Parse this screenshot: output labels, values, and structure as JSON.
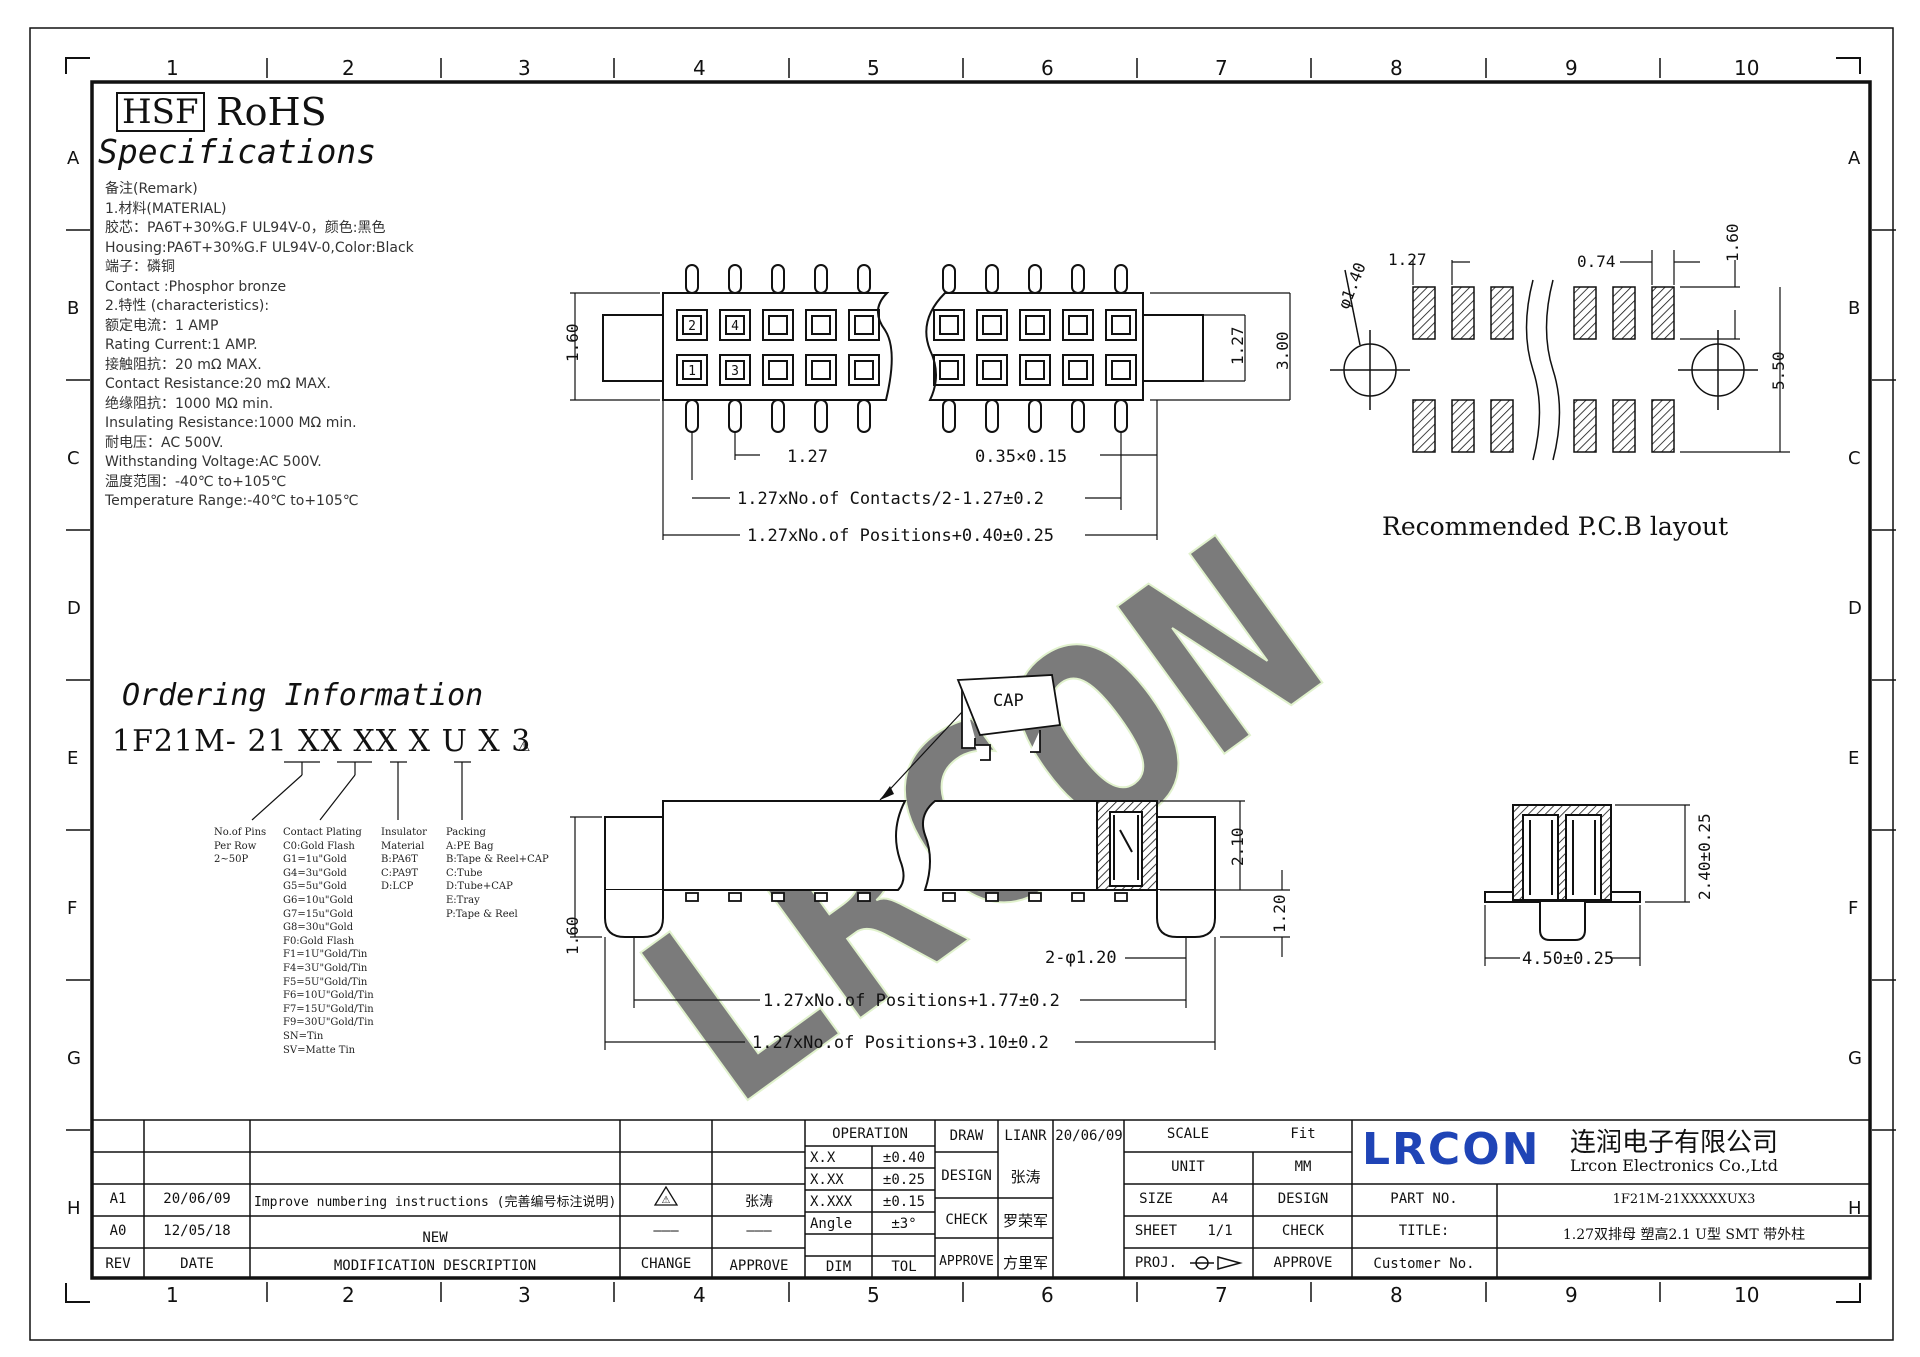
{
  "header": {
    "hsf": "HSF",
    "rohs": "RoHS",
    "specifications_title": "Specifications",
    "specs": [
      "备注(Remark)",
      "1.材料(MATERIAL)",
      "胶芯：PA6T+30%G.F UL94V-0，颜色:黑色",
      "Housing:PA6T+30%G.F UL94V-0,Color:Black",
      "端子：磷铜",
      "Contact :Phosphor bronze",
      "2.特性 (characteristics):",
      "额定电流：1 AMP",
      "Rating Current:1 AMP.",
      "接触阻抗：20 mΩ MAX.",
      "Contact Resistance:20 mΩ MAX.",
      "绝缘阻抗：1000 MΩ min.",
      "Insulating Resistance:1000 MΩ  min.",
      "耐电压：AC 500V.",
      "Withstanding Voltage:AC 500V.",
      "温度范围：-40℃ to+105℃",
      "Temperature Range:-40℃ to+105℃"
    ]
  },
  "frame": {
    "columns": [
      "1",
      "2",
      "3",
      "4",
      "5",
      "6",
      "7",
      "8",
      "9",
      "10"
    ],
    "rows": [
      "A",
      "B",
      "C",
      "D",
      "E",
      "F",
      "G",
      "H"
    ]
  },
  "ordering": {
    "title": "Ordering Information",
    "part_code": "1F21M- 21 XX XX X U X 3",
    "columns": [
      [
        "No.of Pins",
        "Per Row",
        "2~50P"
      ],
      [
        "Contact Plating",
        "C0:Gold Flash",
        "G1=1u\"Gold",
        "G4=3u\"Gold",
        "G5=5u\"Gold",
        "G6=10u\"Gold",
        "G7=15u\"Gold",
        "G8=30u\"Gold",
        "F0:Gold Flash",
        "F1=1U\"Gold/Tin",
        "F4=3U\"Gold/Tin",
        "F5=5U\"Gold/Tin",
        "F6=10U\"Gold/Tin",
        "F7=15U\"Gold/Tin",
        "F9=30U\"Gold/Tin",
        "SN=Tin",
        "SV=Matte Tin"
      ],
      [
        "Insulator",
        "Material",
        "B:PA6T",
        "C:PA9T",
        "D:LCP"
      ],
      [
        "Packing",
        "A:PE Bag",
        "B:Tape & Reel+CAP",
        "C:Tube",
        "D:Tube+CAP",
        "E:Tray",
        "P:Tape & Reel"
      ]
    ]
  },
  "dimensions": {
    "pin1": "1",
    "pin2": "2",
    "pin3": "3",
    "pin4": "4",
    "h160": "1.60",
    "h127": "1.27",
    "h300": "3.00",
    "pitch": "1.27",
    "pin_size": "0.35×0.15",
    "contacts": "1.27xNo.of Contacts/2-1.27±0.2",
    "positions_040": "1.27xNo.of Positions+0.40±0.25",
    "pcb_127": "1.27",
    "pcb_074": "0.74",
    "pcb_160": "1.60",
    "pcb_dia": "φ1.40",
    "pcb_550": "5.50",
    "pcb_caption": "Recommended P.C.B layout",
    "cap": "CAP",
    "s210": "2.10",
    "s120": "1.20",
    "s160": "1.60",
    "holes": "2-φ1.20",
    "positions_177": "1.27xNo.of Positions+1.77±0.2",
    "positions_310": "1.27xNo.of Positions+3.10±0.2",
    "end_240": "2.40±0.25",
    "end_450": "4.50±0.25"
  },
  "watermark": "LRCON",
  "title_block": {
    "operation": "OPERATION",
    "tol_rows": [
      [
        "X.X",
        "±0.40"
      ],
      [
        "X.XX",
        "±0.25"
      ],
      [
        "X.XXX",
        "±0.15"
      ],
      [
        "Angle",
        "±3°"
      ]
    ],
    "dim": "DIM",
    "tol": "TOL",
    "draw": "DRAW",
    "draw_name": "LIANR",
    "draw_date": "20/06/09",
    "design": "DESIGN",
    "design_name": "张涛",
    "check": "CHECK",
    "check_name": "罗荣军",
    "approve": "APPROVE",
    "approve_name": "方里军",
    "scale": "SCALE",
    "scale_val": "Fit",
    "unit": "UNIT",
    "unit_val": "MM",
    "size": "SIZE",
    "size_val": "A4",
    "sheet": "SHEET",
    "sheet_val": "1/1",
    "proj": "PROJ.",
    "design2": "DESIGN",
    "check2": "CHECK",
    "approve2": "APPROVE",
    "logo": "LRCON",
    "company_cn": "连润电子有限公司",
    "company_en": "Lrcon Electronics Co.,Ltd",
    "part_no_label": "PART NO.",
    "part_no": "1F21M-21XXXXXUX3",
    "title_label": "TITLE:",
    "title": "1.27双排母 塑高2.1 U型 SMT 带外柱",
    "customer_no": "Customer No.",
    "revisions": [
      {
        "rev": "A1",
        "date": "20/06/09",
        "desc": "Improve numbering instructions (完善编号标注说明)",
        "change": "⚠",
        "approve": "张涛"
      },
      {
        "rev": "A0",
        "date": "12/05/18",
        "desc": "NEW",
        "change": "———",
        "approve": "———"
      }
    ],
    "rev_header": {
      "rev": "REV",
      "date": "DATE",
      "desc": "MODIFICATION DESCRIPTION",
      "change": "CHANGE",
      "approve": "APPROVE"
    }
  }
}
